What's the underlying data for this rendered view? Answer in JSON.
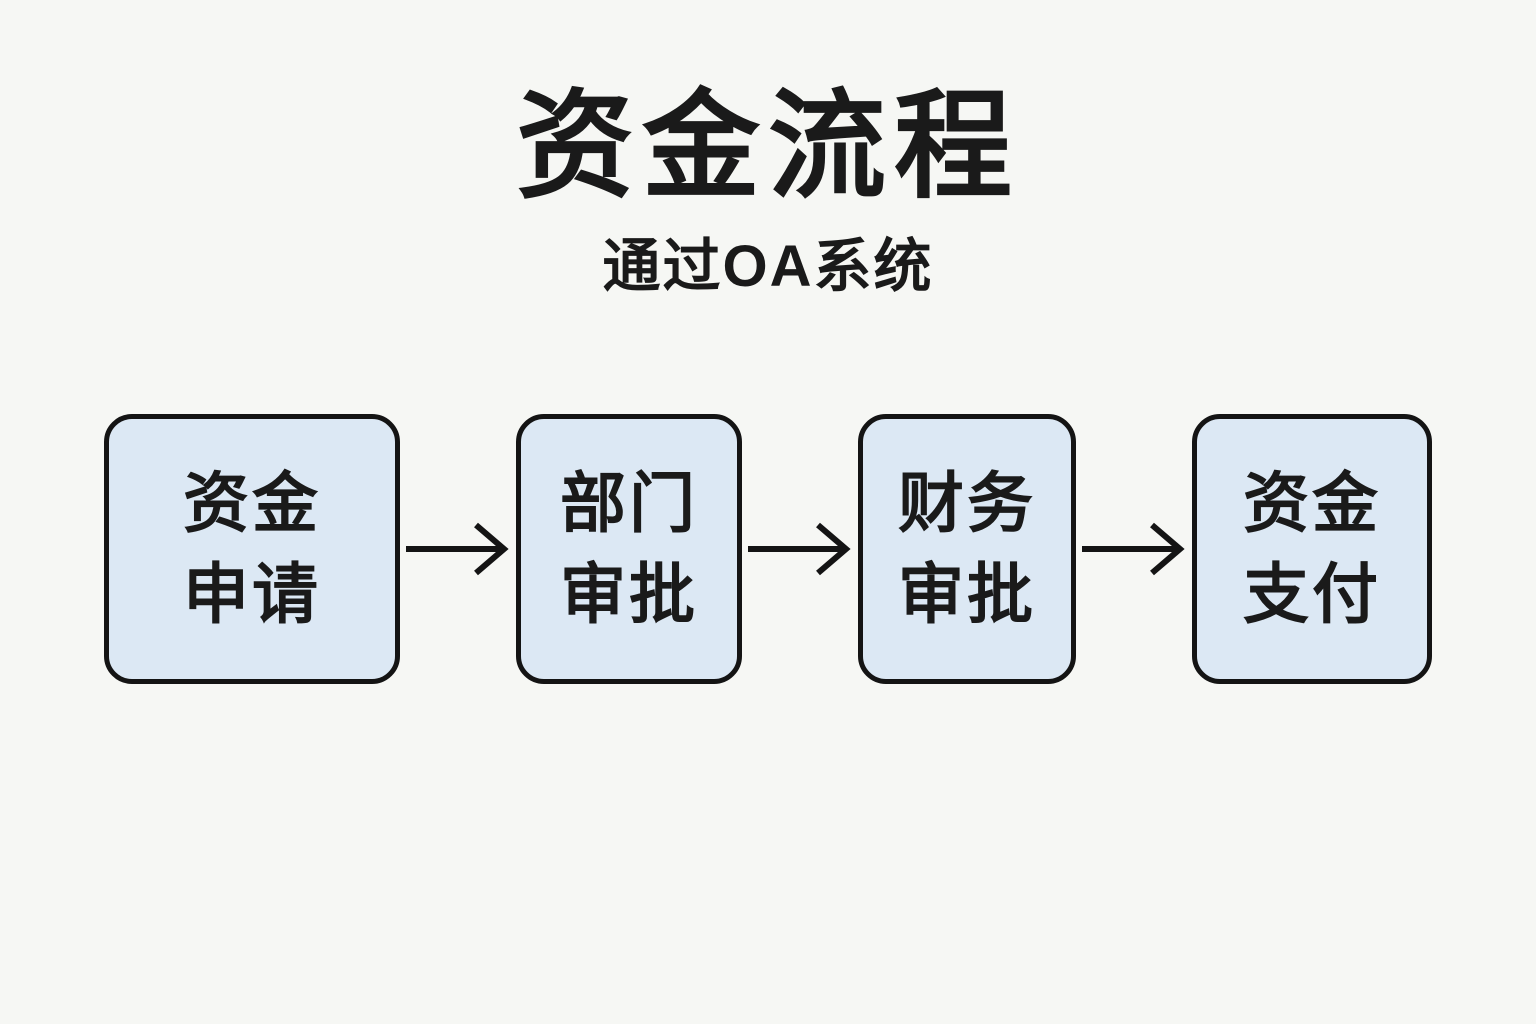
{
  "title": "资金流程",
  "subtitle": "通过OA系统",
  "flow": {
    "steps": [
      {
        "name": "fund-application",
        "line1": "资金",
        "line2": "申请"
      },
      {
        "name": "department-approval",
        "line1": "部门",
        "line2": "审批"
      },
      {
        "name": "finance-approval",
        "line1": "财务",
        "line2": "审批"
      },
      {
        "name": "fund-payment",
        "line1": "资金",
        "line2": "支付"
      }
    ]
  },
  "colors": {
    "background": "#f6f7f4",
    "box_fill": "#dce8f4",
    "box_border": "#141414",
    "text": "#1a1a1a",
    "arrow": "#141414"
  }
}
